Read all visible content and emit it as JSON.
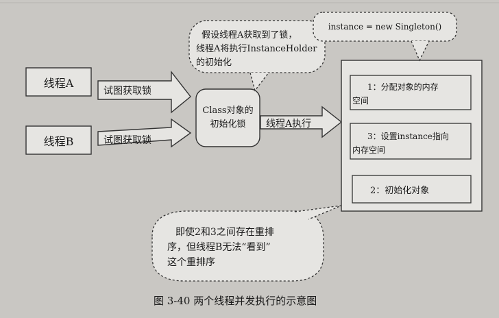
{
  "nodes": {
    "thread_a": "线程A",
    "thread_b": "线程B",
    "class_lock": [
      "Class对象的",
      "初始化锁"
    ],
    "step1": [
      "1：分配对象的内存",
      "空间"
    ],
    "step3": [
      "3：设置instance指向",
      "内存空间"
    ],
    "step2": "2：初始化对象"
  },
  "edges": {
    "a_to_lock": "试图获取锁",
    "b_to_lock": "试图获取锁",
    "lock_to_exec": "线程A执行"
  },
  "callouts": {
    "top": [
      "假设线程A获取到了锁，",
      "线程A将执行InstanceHolder",
      "的初始化"
    ],
    "code": "instance = new Singleton()",
    "bottom": [
      "即使2和3之间存在重排",
      "序，但线程B无法“看到”",
      "这个重排序"
    ]
  },
  "caption": "图 3-40   两个线程并发执行的示意图"
}
